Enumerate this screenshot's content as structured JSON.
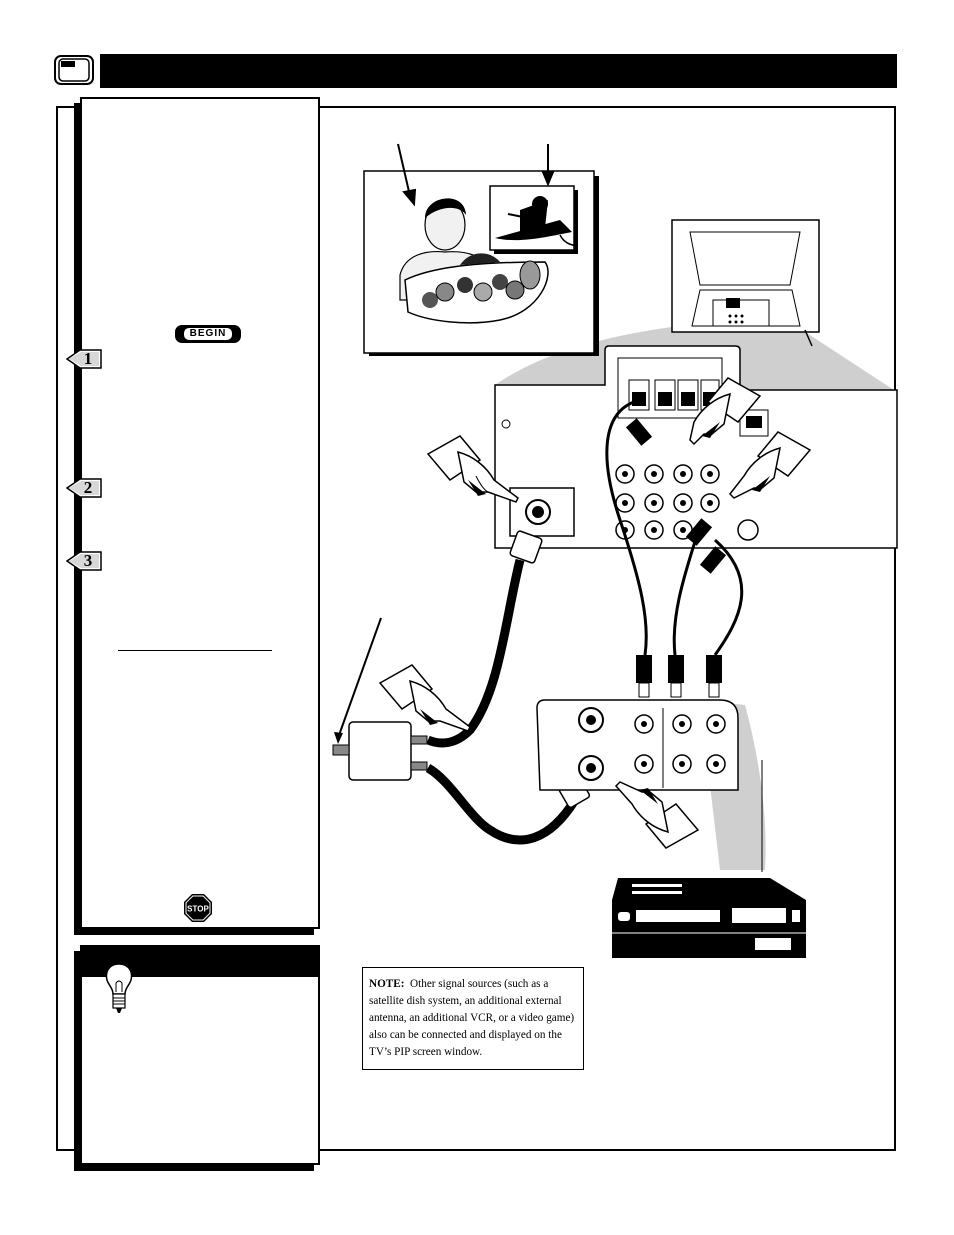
{
  "header": {
    "title": ""
  },
  "steps": [
    {
      "number": "1"
    },
    {
      "number": "2"
    },
    {
      "number": "3"
    }
  ],
  "badges": {
    "begin": "BEGIN",
    "stop": "STOP"
  },
  "note": {
    "label": "NOTE:",
    "text": "Other signal sources (such as a satellite dish system, an additional external antenna, an additional VCR, or a video game) also can be connected and displayed on the TV’s PIP screen window."
  },
  "icons": [
    "tv-icon",
    "lightbulb-icon",
    "stop-sign-icon",
    "hand-pointer-icon",
    "arrow-icon"
  ],
  "colors": {
    "ink": "#000000",
    "panel_shadow": "#cfcfcf",
    "paper": "#ffffff"
  }
}
